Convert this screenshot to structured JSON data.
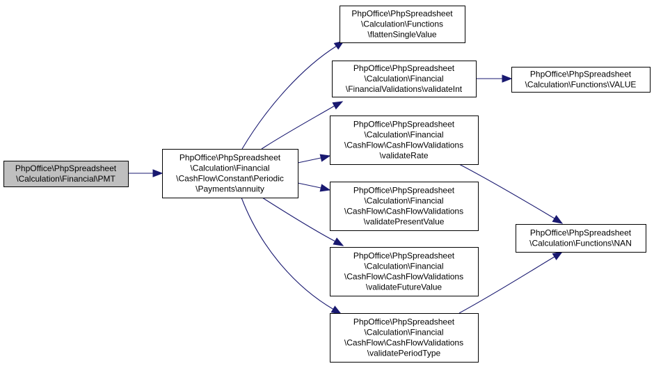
{
  "graph": {
    "edge_color": "#191970",
    "root_fill": "#bfbfbf",
    "nodes": [
      {
        "id": "pmt",
        "name": "node-pmt",
        "root": true,
        "lines": [
          "PhpOffice\\PhpSpreadsheet",
          "\\Calculation\\Financial\\PMT"
        ]
      },
      {
        "id": "annuity",
        "name": "node-annuity",
        "lines": [
          "PhpOffice\\PhpSpreadsheet",
          "\\Calculation\\Financial",
          "\\CashFlow\\Constant\\Periodic",
          "\\Payments\\annuity"
        ]
      },
      {
        "id": "flatten",
        "name": "node-flatten-single-value",
        "lines": [
          "PhpOffice\\PhpSpreadsheet",
          "\\Calculation\\Functions",
          "\\flattenSingleValue"
        ]
      },
      {
        "id": "validateint",
        "name": "node-validate-int",
        "lines": [
          "PhpOffice\\PhpSpreadsheet",
          "\\Calculation\\Financial",
          "\\FinancialValidations\\validateInt"
        ]
      },
      {
        "id": "value",
        "name": "node-value",
        "lines": [
          "PhpOffice\\PhpSpreadsheet",
          "\\Calculation\\Functions\\VALUE"
        ]
      },
      {
        "id": "rate",
        "name": "node-validate-rate",
        "lines": [
          "PhpOffice\\PhpSpreadsheet",
          "\\Calculation\\Financial",
          "\\CashFlow\\CashFlowValidations",
          "\\validateRate"
        ]
      },
      {
        "id": "pv",
        "name": "node-validate-present-value",
        "lines": [
          "PhpOffice\\PhpSpreadsheet",
          "\\Calculation\\Financial",
          "\\CashFlow\\CashFlowValidations",
          "\\validatePresentValue"
        ]
      },
      {
        "id": "nan",
        "name": "node-nan",
        "lines": [
          "PhpOffice\\PhpSpreadsheet",
          "\\Calculation\\Functions\\NAN"
        ]
      },
      {
        "id": "fv",
        "name": "node-validate-future-value",
        "lines": [
          "PhpOffice\\PhpSpreadsheet",
          "\\Calculation\\Financial",
          "\\CashFlow\\CashFlowValidations",
          "\\validateFutureValue"
        ]
      },
      {
        "id": "ptype",
        "name": "node-validate-period-type",
        "lines": [
          "PhpOffice\\PhpSpreadsheet",
          "\\Calculation\\Financial",
          "\\CashFlow\\CashFlowValidations",
          "\\validatePeriodType"
        ]
      }
    ],
    "edges": [
      {
        "from": "pmt",
        "to": "annuity"
      },
      {
        "from": "annuity",
        "to": "flatten"
      },
      {
        "from": "annuity",
        "to": "validateint"
      },
      {
        "from": "annuity",
        "to": "rate"
      },
      {
        "from": "annuity",
        "to": "pv"
      },
      {
        "from": "annuity",
        "to": "fv"
      },
      {
        "from": "annuity",
        "to": "ptype"
      },
      {
        "from": "validateint",
        "to": "value"
      },
      {
        "from": "rate",
        "to": "nan"
      },
      {
        "from": "ptype",
        "to": "nan"
      }
    ]
  }
}
